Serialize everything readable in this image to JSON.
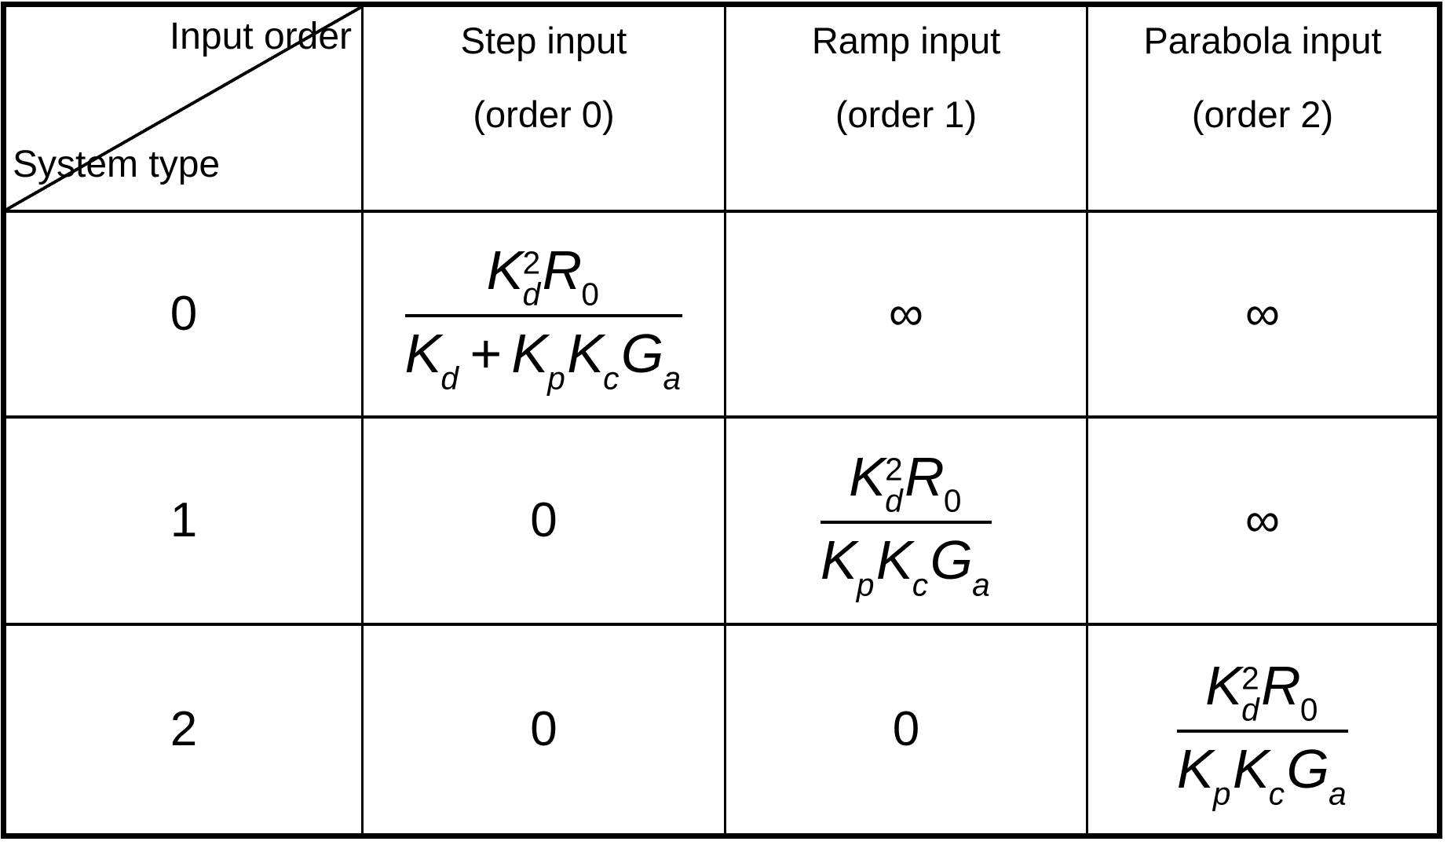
{
  "colors": {
    "foreground": "#000000",
    "background": "#ffffff",
    "grid_line": "#000000"
  },
  "table": {
    "corner": {
      "top_label": "Input order",
      "bottom_label": "System type"
    },
    "columns": [
      {
        "line1": "Step input",
        "line2": "(order 0)"
      },
      {
        "line1": "Ramp input",
        "line2": "(order 1)"
      },
      {
        "line1": "Parabola input",
        "line2": "(order 2)"
      }
    ],
    "rows": [
      {
        "label": "0",
        "cells": [
          {
            "kind": "math",
            "plain": "K_d^2 R_0 / (K_d + K_p K_c G_a)",
            "num": [
              {
                "base": "K",
                "sup": "2",
                "sub": "d"
              },
              {
                "base": "R",
                "sub": "0"
              }
            ],
            "den": [
              {
                "base": "K",
                "sub": "d"
              },
              {
                "base": "+",
                "op": true
              },
              {
                "base": "K",
                "sub": "p"
              },
              {
                "base": "K",
                "sub": "c"
              },
              {
                "base": "G",
                "sub": "a"
              }
            ]
          },
          {
            "kind": "text",
            "value": "∞"
          },
          {
            "kind": "text",
            "value": "∞"
          }
        ]
      },
      {
        "label": "1",
        "cells": [
          {
            "kind": "text",
            "value": "0"
          },
          {
            "kind": "math",
            "plain": "K_d^2 R_0 / (K_p K_c G_a)",
            "num": [
              {
                "base": "K",
                "sup": "2",
                "sub": "d"
              },
              {
                "base": "R",
                "sub": "0"
              }
            ],
            "den": [
              {
                "base": "K",
                "sub": "p"
              },
              {
                "base": "K",
                "sub": "c"
              },
              {
                "base": "G",
                "sub": "a"
              }
            ]
          },
          {
            "kind": "text",
            "value": "∞"
          }
        ]
      },
      {
        "label": "2",
        "cells": [
          {
            "kind": "text",
            "value": "0"
          },
          {
            "kind": "text",
            "value": "0"
          },
          {
            "kind": "math",
            "plain": "K_d^2 R_0 / (K_p K_c G_a)",
            "num": [
              {
                "base": "K",
                "sup": "2",
                "sub": "d"
              },
              {
                "base": "R",
                "sub": "0"
              }
            ],
            "den": [
              {
                "base": "K",
                "sub": "p"
              },
              {
                "base": "K",
                "sub": "c"
              },
              {
                "base": "G",
                "sub": "a"
              }
            ]
          }
        ]
      }
    ]
  }
}
